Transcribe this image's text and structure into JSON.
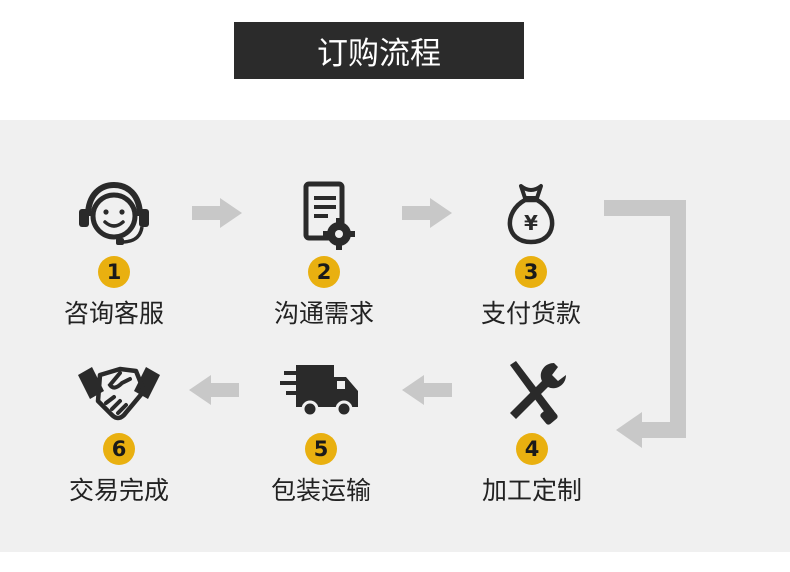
{
  "title": "订购流程",
  "colors": {
    "title_bg": "#2b2b2b",
    "panel_bg": "#f0f0f0",
    "badge": "#e9b010",
    "arrow": "#c8c8c8",
    "icon": "#2a2a2a"
  },
  "steps": [
    {
      "num": "1",
      "label": "咨询客服",
      "icon": "headset-icon"
    },
    {
      "num": "2",
      "label": "沟通需求",
      "icon": "document-gear-icon"
    },
    {
      "num": "3",
      "label": "支付货款",
      "icon": "money-bag-icon"
    },
    {
      "num": "4",
      "label": "加工定制",
      "icon": "wrench-screwdriver-icon"
    },
    {
      "num": "5",
      "label": "包装运输",
      "icon": "delivery-truck-icon"
    },
    {
      "num": "6",
      "label": "交易完成",
      "icon": "handshake-icon"
    }
  ]
}
